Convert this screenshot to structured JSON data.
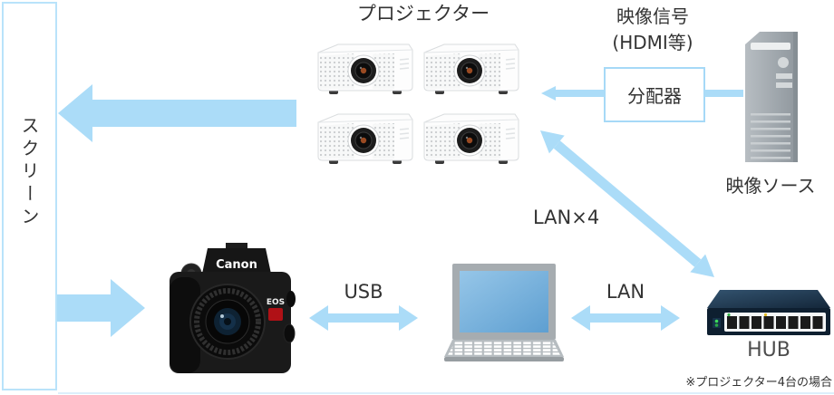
{
  "screen": {
    "label": "スクリーン"
  },
  "projector": {
    "title": "プロジェクター",
    "count": 4
  },
  "video_signal": {
    "line1": "映像信号",
    "line2": "(HDMI等)"
  },
  "splitter": {
    "label": "分配器"
  },
  "video_source": {
    "label": "映像ソース"
  },
  "camera": {
    "brand": "Canon",
    "badge": "EOS"
  },
  "connections": {
    "usb": "USB",
    "lan": "LAN",
    "lan_x4": "LAN×4"
  },
  "hub": {
    "label": "HUB"
  },
  "note": {
    "text": "※プロジェクター4台の場合"
  },
  "colors": {
    "arrow": "#abdcf8",
    "box_border": "#a6d9f7",
    "text": "#333333",
    "hub_label": "#4d4d4d"
  }
}
